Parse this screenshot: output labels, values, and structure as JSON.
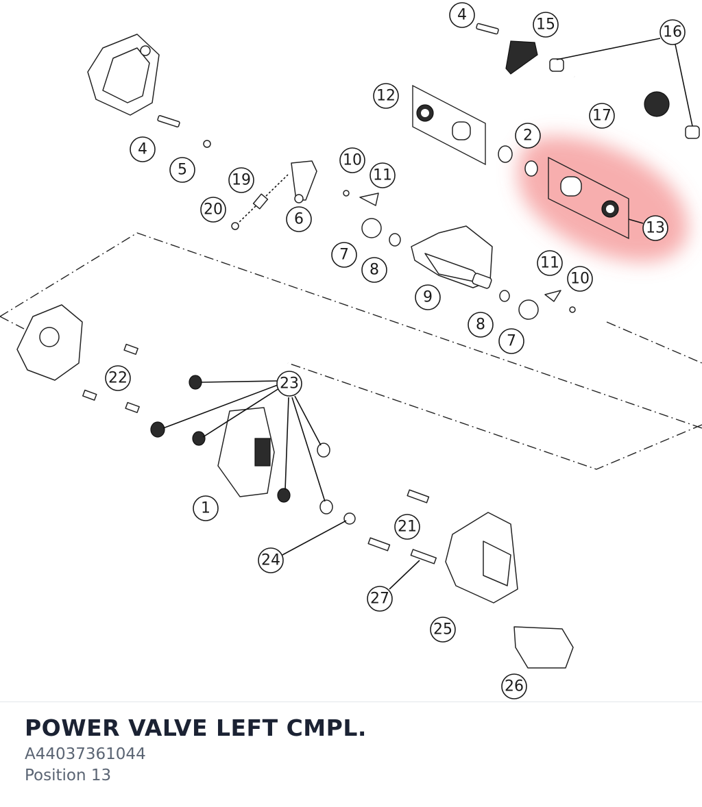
{
  "diagram": {
    "highlight_color": "#f06b6b",
    "highlighted_position": "13",
    "callouts": [
      {
        "id": "c1",
        "label": "1"
      },
      {
        "id": "c2",
        "label": "2"
      },
      {
        "id": "c4a",
        "label": "4"
      },
      {
        "id": "c4b",
        "label": "4"
      },
      {
        "id": "c5",
        "label": "5"
      },
      {
        "id": "c6",
        "label": "6"
      },
      {
        "id": "c7a",
        "label": "7"
      },
      {
        "id": "c7b",
        "label": "7"
      },
      {
        "id": "c8a",
        "label": "8"
      },
      {
        "id": "c8b",
        "label": "8"
      },
      {
        "id": "c9",
        "label": "9"
      },
      {
        "id": "c10a",
        "label": "10"
      },
      {
        "id": "c10b",
        "label": "10"
      },
      {
        "id": "c11a",
        "label": "11"
      },
      {
        "id": "c11b",
        "label": "11"
      },
      {
        "id": "c12",
        "label": "12"
      },
      {
        "id": "c13",
        "label": "13"
      },
      {
        "id": "c15",
        "label": "15"
      },
      {
        "id": "c16",
        "label": "16"
      },
      {
        "id": "c17",
        "label": "17"
      },
      {
        "id": "c19",
        "label": "19"
      },
      {
        "id": "c20",
        "label": "20"
      },
      {
        "id": "c21",
        "label": "21"
      },
      {
        "id": "c22",
        "label": "22"
      },
      {
        "id": "c23",
        "label": "23"
      },
      {
        "id": "c24",
        "label": "24"
      },
      {
        "id": "c25",
        "label": "25"
      },
      {
        "id": "c26",
        "label": "26"
      },
      {
        "id": "c27",
        "label": "27"
      }
    ]
  },
  "footer": {
    "title": "POWER VALVE LEFT CMPL.",
    "part_number": "A44037361044",
    "position": "Position 13"
  }
}
